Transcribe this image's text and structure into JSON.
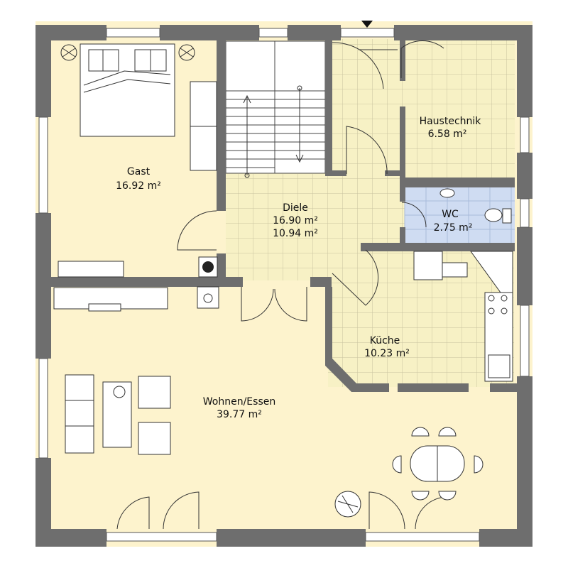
{
  "colors": {
    "wall": "#6e6e6e",
    "floor_living": "#fdf3cd",
    "floor_tile": "#f7f1c5",
    "tile_lines": "#c9c3a0",
    "floor_wc": "#cfdcf2",
    "stair": "#ffffff"
  },
  "rooms": {
    "gast": {
      "name": "Gast",
      "area": "16.92 m²"
    },
    "diele": {
      "name": "Diele",
      "area": "16.90 m²",
      "area2": "10.94 m²"
    },
    "haustechnik": {
      "name": "Haustechnik",
      "area": "6.58 m²"
    },
    "wc": {
      "name": "WC",
      "area": "2.75 m²"
    },
    "kueche": {
      "name": "Küche",
      "area": "10.23 m²"
    },
    "wohnen": {
      "name": "Wohnen/Essen",
      "area": "39.77 m²"
    }
  },
  "icons": [
    "entrance-arrow-icon",
    "bed-icon",
    "fan-icon",
    "stair-arrow-icon",
    "toilet-icon",
    "sink-icon",
    "stove-icon",
    "plant-icon",
    "chimney-icon"
  ]
}
